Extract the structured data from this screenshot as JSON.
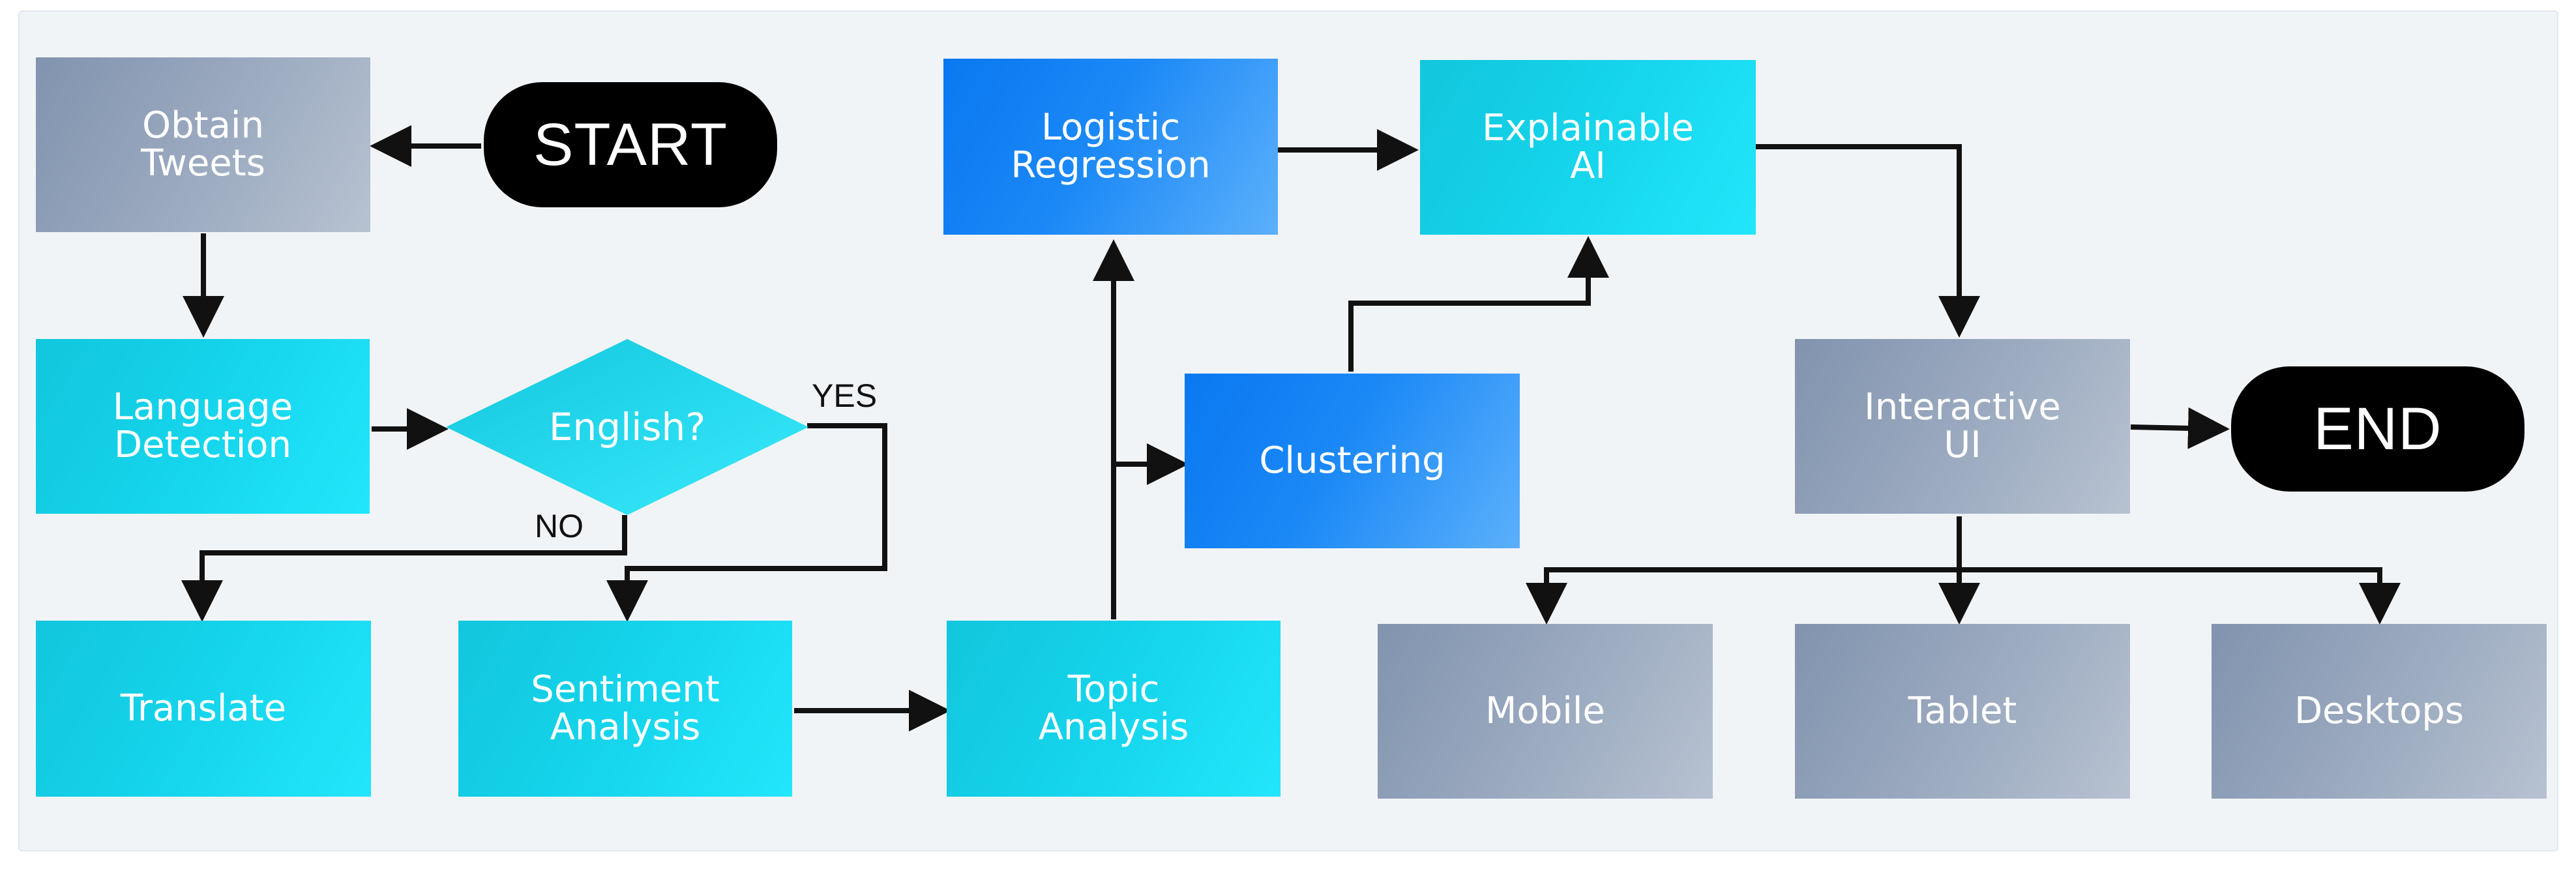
{
  "nodes": {
    "obtain_tweets": "Obtain\nTweets",
    "start": "START",
    "language_detection": "Language\nDetection",
    "english": "English?",
    "translate": "Translate",
    "sentiment_analysis": "Sentiment\nAnalysis",
    "topic_analysis": "Topic\nAnalysis",
    "logistic_regression": "Logistic\nRegression",
    "clustering": "Clustering",
    "explainable_ai": "Explainable\nAI",
    "interactive_ui": "Interactive\nUI",
    "end": "END",
    "mobile": "Mobile",
    "tablet": "Tablet",
    "desktops": "Desktops"
  },
  "edge_labels": {
    "yes": "YES",
    "no": "NO"
  },
  "colors": {
    "process_cyan": "#14d3ea",
    "model_blue": "#1a88f6",
    "output_grey": "#9aa9bf",
    "terminal": "#000000"
  }
}
